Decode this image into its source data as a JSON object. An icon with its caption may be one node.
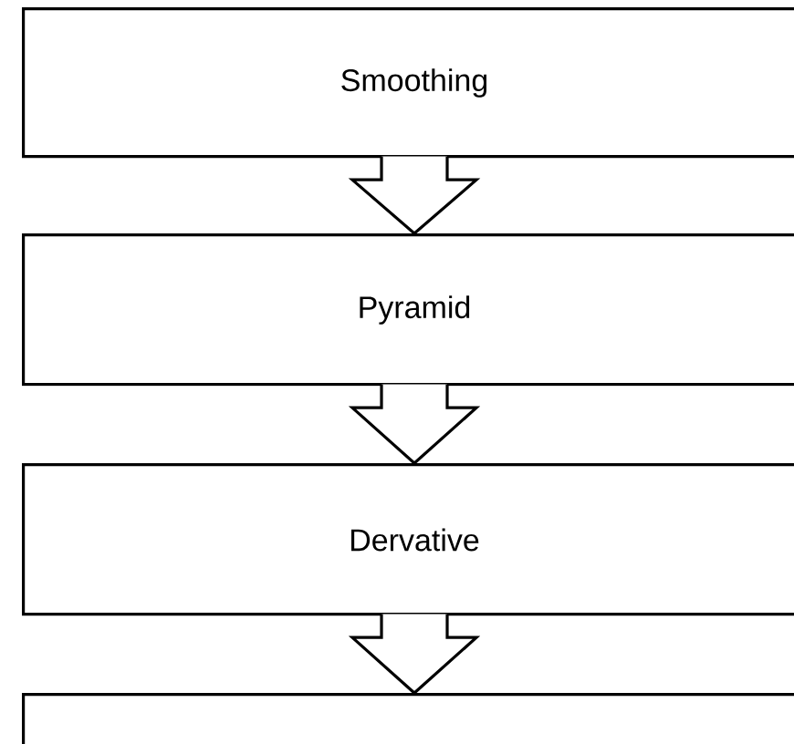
{
  "diagram": {
    "nodes": [
      {
        "text": [
          "Smoothing"
        ]
      },
      {
        "text": [
          "Pyramid"
        ]
      },
      {
        "text": [
          "Dervative"
        ]
      },
      {
        "text": [],
        "shape": "box"
      }
    ],
    "edges": [
      {
        "from": 0,
        "to": 1,
        "arrow": "to"
      },
      {
        "from": 1,
        "to": 2,
        "arrow": "to"
      },
      {
        "from": 2,
        "to": 3,
        "arrow": "to"
      }
    ]
  }
}
